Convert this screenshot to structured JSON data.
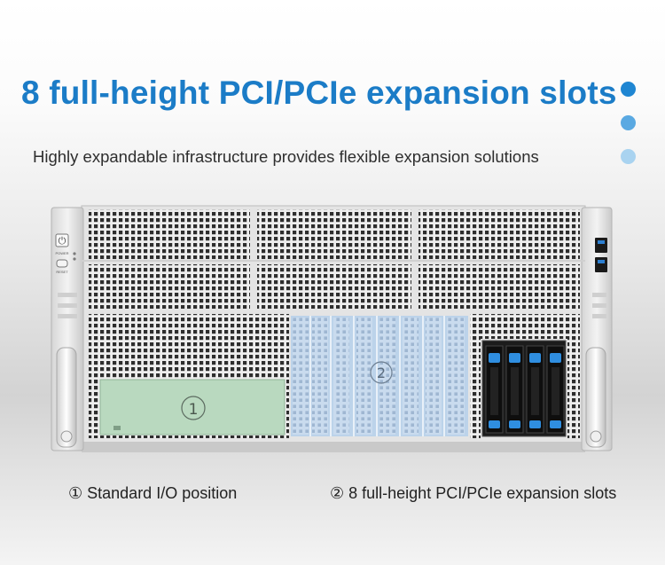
{
  "header": {
    "title": "8 full-height PCI/PCIe expansion slots",
    "subtitle": "Highly expandable infrastructure provides flexible expansion solutions"
  },
  "server": {
    "power_label": "POWER",
    "reset_label": "RESET",
    "marker_io": "①",
    "marker_pcie": "②"
  },
  "captions": {
    "io": "① Standard I/O position",
    "pcie": "②  8 full-height PCI/PCIe expansion slots"
  },
  "colors": {
    "accent": "#1b7cc7",
    "dot_1": "#1f86d2",
    "dot_2": "#5aa9e2",
    "dot_3": "#a9d3f0",
    "io_highlight": "#b9d9bf",
    "pcie_highlight": "#bcd3ea",
    "drive_latch": "#2f8ee0"
  }
}
